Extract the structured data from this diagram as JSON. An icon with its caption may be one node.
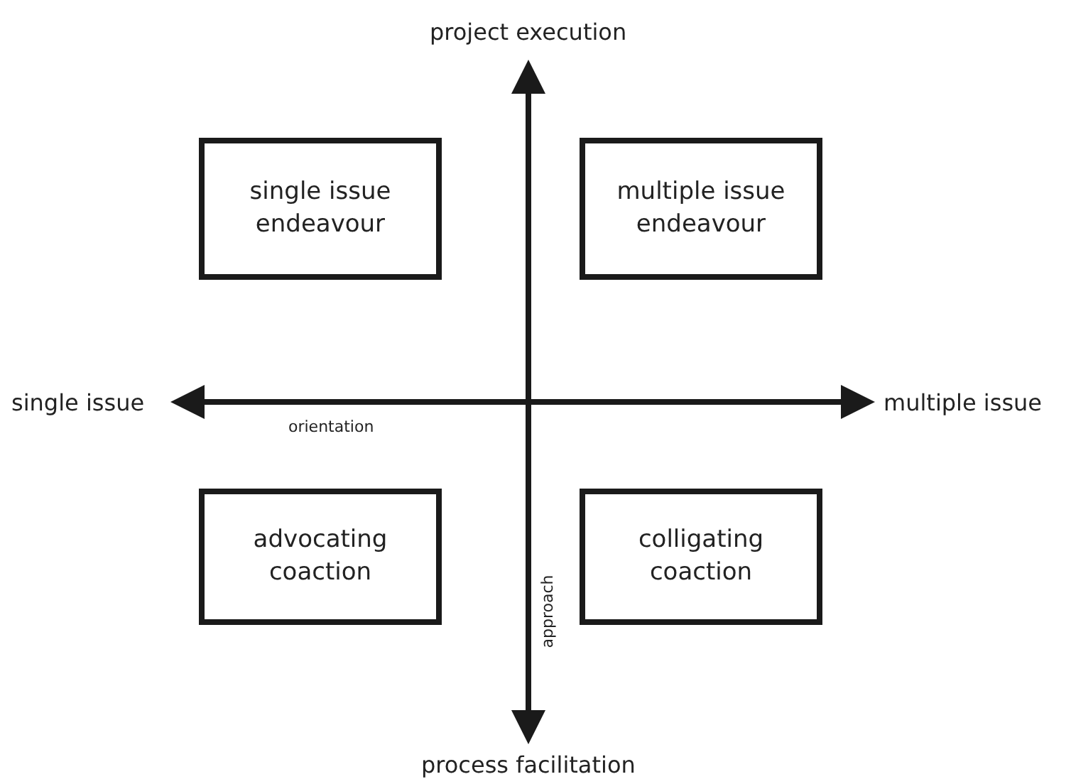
{
  "diagram": {
    "nodes": [
      {
        "text": [
          "single issue endeavour"
        ]
      },
      {
        "text": [
          "multiple issue endeavour"
        ]
      },
      {
        "text": [
          "advocating coaction"
        ]
      },
      {
        "text": [
          "colligating coaction"
        ]
      }
    ],
    "labels": [
      "project execution",
      "single issue",
      "multiple issue",
      "orientation",
      "approach",
      "process facilitation"
    ]
  }
}
